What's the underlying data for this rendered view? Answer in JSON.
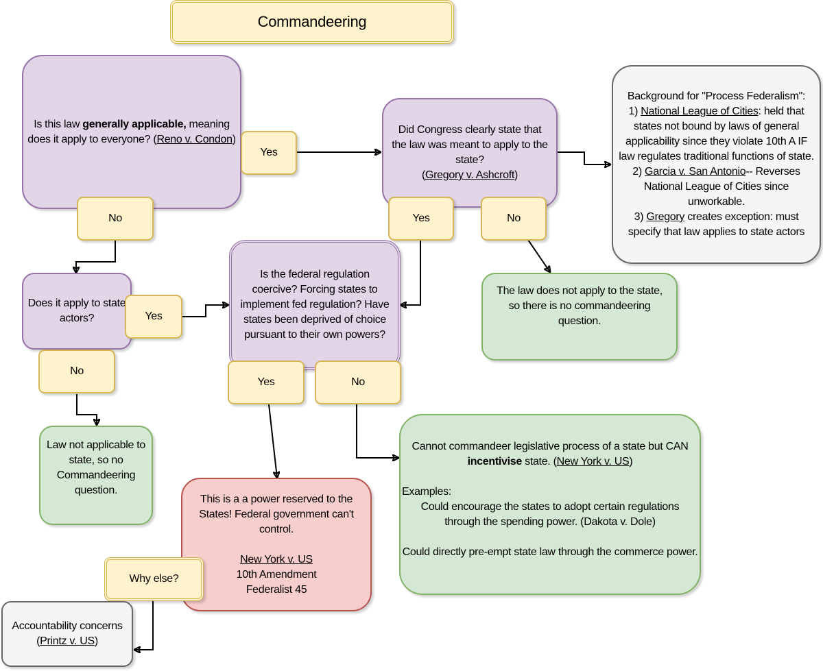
{
  "title": "Commandeering",
  "nodes": {
    "general_applicability": {
      "pre": "Is this law ",
      "bold1": "generally applicable,",
      "mid": " meaning does it apply to everyone? (",
      "case": "Reno v. Condon",
      "post": ")"
    },
    "congress_clear": {
      "text": "Did Congress clearly state that the law was meant to apply to the state?",
      "case_open": "(",
      "case": "Gregory v. Ashcroft",
      "case_close": ")"
    },
    "background": {
      "heading": "Background for \"Process Federalism\":",
      "item1_num": "1) ",
      "item1_case": "National League of Cities",
      "item1_text": ": held that states not bound by laws of general applicability since they violate 10th A IF law regulates traditional functions of state.",
      "item2_num": "2) ",
      "item2_case": "Garcia v. San Antonio",
      "item2_text": "-- Reverses National League of Cities since unworkable.",
      "item3_num": "3) ",
      "item3_case": "Gregory",
      "item3_text": " creates exception: must specify that law applies to state actors"
    },
    "state_actors": {
      "text": "Does it apply to state actors?"
    },
    "coercive": {
      "text": "Is the federal regulation coercive? Forcing states to implement fed regulation? Have states been deprived of choice pursuant to their own powers?"
    },
    "not_apply": {
      "text": "The law does not apply to the state, so there is no commandeering question."
    },
    "not_applicable": {
      "text": "Law not applicable to state, so no Commandeering question."
    },
    "incentivise": {
      "line1_pre": "Cannot commandeer legislative process of a state but CAN ",
      "line1_bold": "incentivise",
      "line1_mid": " state. (",
      "line1_case": "New York v. US",
      "line1_post": ")",
      "examples_label": "Examples:",
      "example1": "Could encourage the states to adopt certain regulations through the spending power. (Dakota v. Dole)",
      "example2": "Could directly pre-empt state law through the commerce power."
    },
    "reserved_power": {
      "text": "This is a a power reserved to the States! Federal government can't control.",
      "case": "New York v. US",
      "line2": "10th Amendment",
      "line3": "Federalist 45"
    },
    "accountability": {
      "pre": "Accountability concerns (",
      "case": "Printz v. US",
      "post": ")"
    }
  },
  "labels": {
    "yes": "Yes",
    "no": "No",
    "why_else": "Why else?"
  },
  "colors": {
    "question_fill": "#e1d5e7",
    "question_stroke": "#9673a6",
    "answer_fill": "#fff2cc",
    "answer_stroke": "#d6b656",
    "outcome_fill": "#d5e8d4",
    "outcome_stroke": "#82b366",
    "reserved_fill": "#f8cecc",
    "reserved_stroke": "#b85450",
    "note_fill": "#f5f5f5",
    "note_stroke": "#666666"
  }
}
